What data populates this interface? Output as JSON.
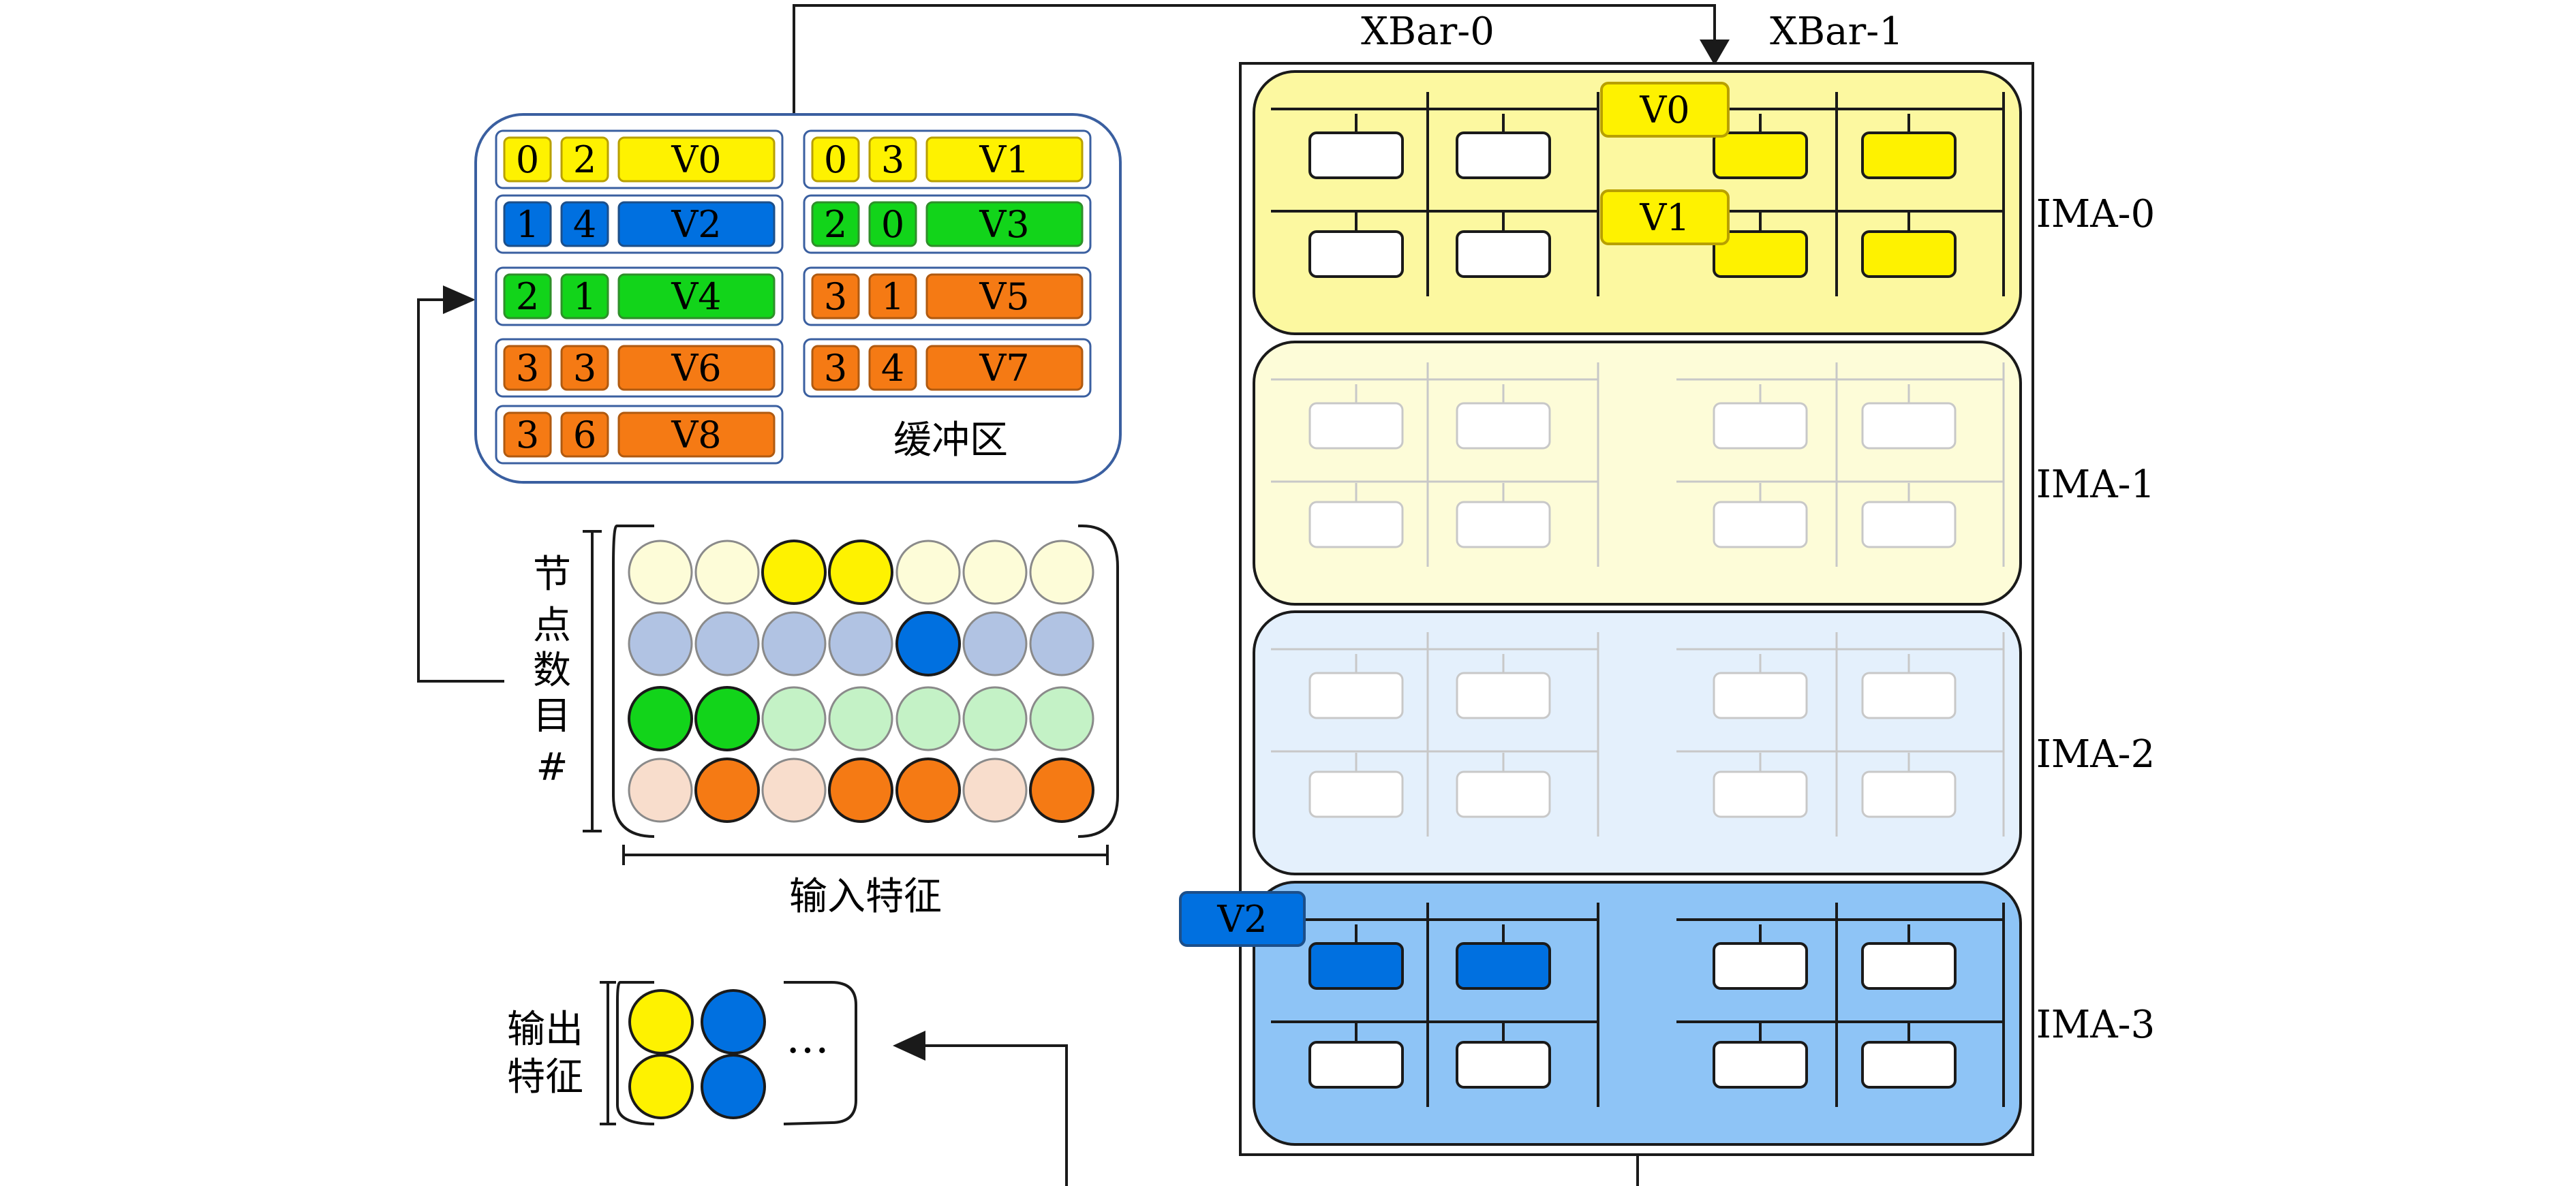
{
  "colors": {
    "yellow": "#fef200",
    "yellow_light": "#fdfcd8",
    "yellow_bg": "#fcf8a0",
    "blue": "#0070e0",
    "blue_light": "#b1c3e3",
    "blue_pale": "#e4f0fc",
    "blue_bg": "#8ec4f6",
    "green": "#12d41a",
    "green_light": "#c4f2c6",
    "orange": "#f57a14",
    "orange_light": "#f8ddcc",
    "frame": "#3a5fa0",
    "line": "#1a1a1a",
    "faded_line": "#c8c8c8"
  },
  "buffer": {
    "label": "缓冲区",
    "entries": [
      {
        "a": "0",
        "b": "2",
        "v": "V0",
        "color": "yellow"
      },
      {
        "a": "0",
        "b": "3",
        "v": "V1",
        "color": "yellow"
      },
      {
        "a": "1",
        "b": "4",
        "v": "V2",
        "color": "blue"
      },
      {
        "a": "2",
        "b": "0",
        "v": "V3",
        "color": "green"
      },
      {
        "a": "2",
        "b": "1",
        "v": "V4",
        "color": "green"
      },
      {
        "a": "3",
        "b": "1",
        "v": "V5",
        "color": "orange"
      },
      {
        "a": "3",
        "b": "3",
        "v": "V6",
        "color": "orange"
      },
      {
        "a": "3",
        "b": "4",
        "v": "V7",
        "color": "orange"
      },
      {
        "a": "3",
        "b": "6",
        "v": "V8",
        "color": "orange"
      }
    ]
  },
  "input_features": {
    "label": "输入特征",
    "node_count_label": [
      "节",
      "点",
      "数",
      "目",
      "#"
    ],
    "rows": [
      [
        "yellow_light",
        "yellow_light",
        "yellow",
        "yellow",
        "yellow_light",
        "yellow_light",
        "yellow_light"
      ],
      [
        "blue_light",
        "blue_light",
        "blue_light",
        "blue_light",
        "blue",
        "blue_light",
        "blue_light"
      ],
      [
        "green",
        "green",
        "green_light",
        "green_light",
        "green_light",
        "green_light",
        "green_light"
      ],
      [
        "orange_light",
        "orange",
        "orange_light",
        "orange",
        "orange",
        "orange_light",
        "orange"
      ]
    ]
  },
  "output_features": {
    "label": [
      "输出",
      "特征"
    ],
    "ellipsis": "…",
    "rows": [
      [
        "yellow",
        "blue"
      ],
      [
        "yellow",
        "blue"
      ]
    ]
  },
  "xbars": [
    "XBar-0",
    "XBar-1"
  ],
  "imas": [
    {
      "name": "IMA-0",
      "state": "active"
    },
    {
      "name": "IMA-1",
      "state": "faded"
    },
    {
      "name": "IMA-2",
      "state": "faded"
    },
    {
      "name": "IMA-3",
      "state": "active"
    }
  ],
  "ima_tags": [
    {
      "ima": 0,
      "label": "V0",
      "color": "yellow"
    },
    {
      "ima": 0,
      "label": "V1",
      "color": "yellow"
    },
    {
      "ima": 3,
      "label": "V2",
      "color": "blue"
    }
  ]
}
